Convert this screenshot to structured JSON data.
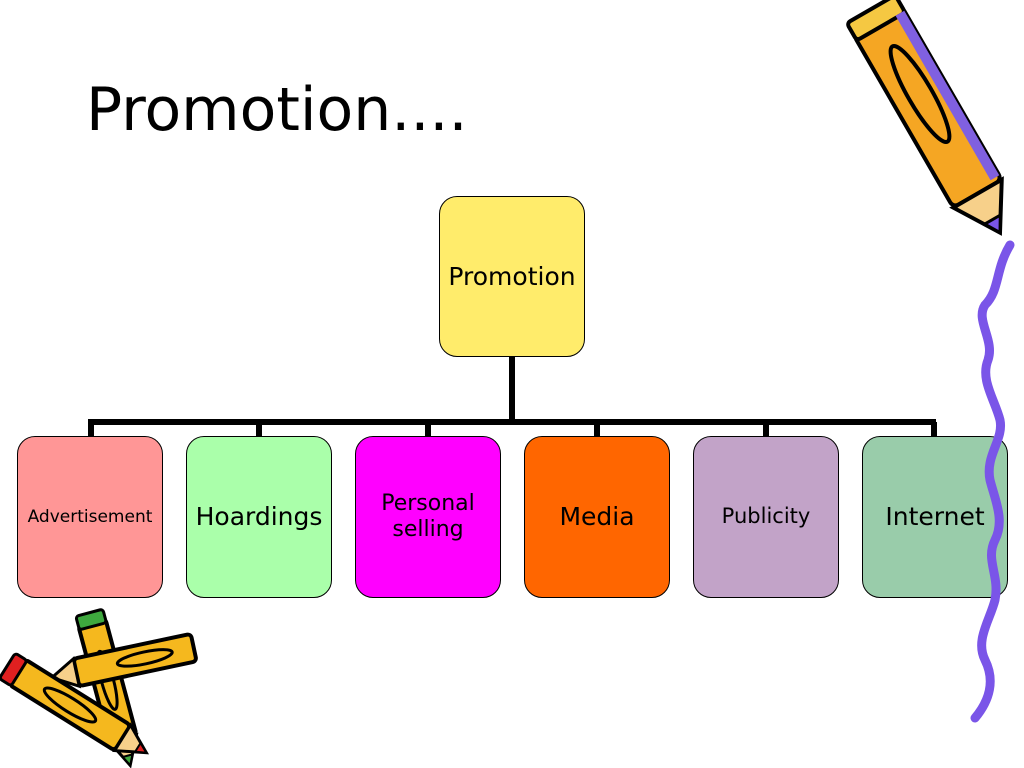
{
  "slide": {
    "title": "Promotion...."
  },
  "diagram": {
    "root": {
      "label": "Promotion",
      "color": "#FFEC6B"
    },
    "children": [
      {
        "label": "Advertisement",
        "color": "#FF9696"
      },
      {
        "label": "Hoardings",
        "color": "#AAFFAA"
      },
      {
        "label": "Personal\nselling",
        "color": "#FF00FF"
      },
      {
        "label": "Media",
        "color": "#FF6600"
      },
      {
        "label": "Publicity",
        "color": "#C2A3C8"
      },
      {
        "label": "Internet",
        "color": "#99CCAA"
      }
    ]
  },
  "decorations": {
    "icons": [
      "pencil-icon",
      "pencil-icon",
      "pencil-icon",
      "squiggle-line"
    ]
  }
}
